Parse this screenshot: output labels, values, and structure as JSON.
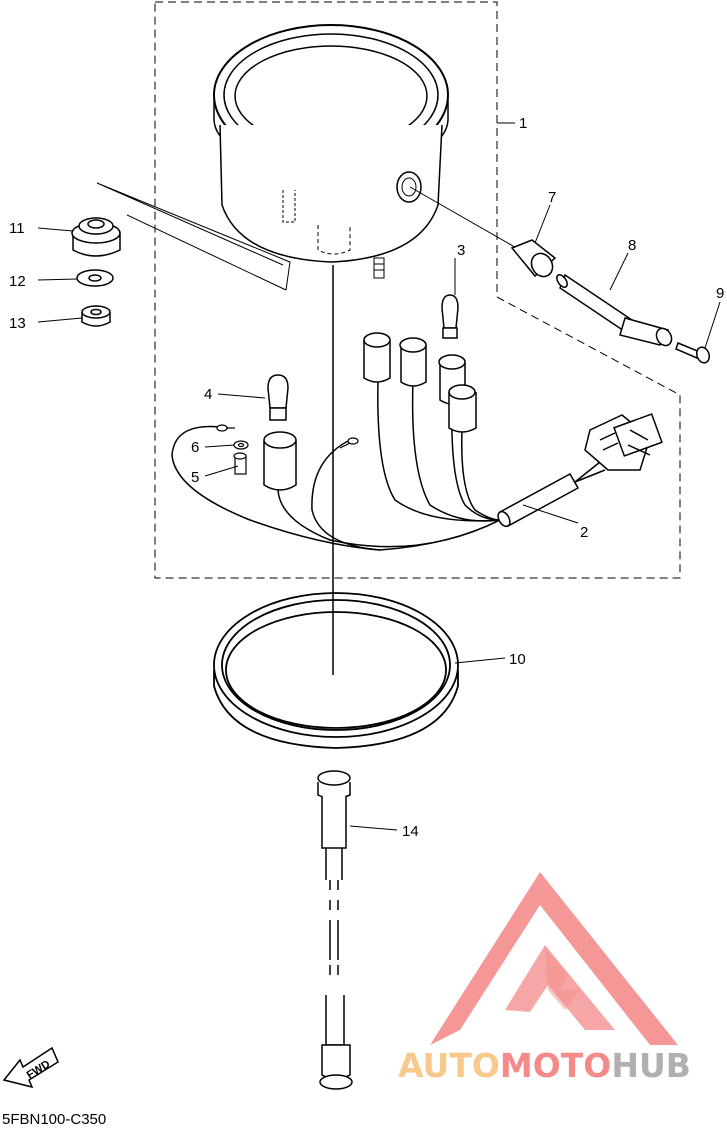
{
  "callouts": [
    {
      "id": "1",
      "text": "1"
    },
    {
      "id": "2",
      "text": "2"
    },
    {
      "id": "3",
      "text": "3"
    },
    {
      "id": "4",
      "text": "4"
    },
    {
      "id": "5",
      "text": "5"
    },
    {
      "id": "6",
      "text": "6"
    },
    {
      "id": "7",
      "text": "7"
    },
    {
      "id": "8",
      "text": "8"
    },
    {
      "id": "9",
      "text": "9"
    },
    {
      "id": "10",
      "text": "10"
    },
    {
      "id": "11",
      "text": "11"
    },
    {
      "id": "12",
      "text": "12"
    },
    {
      "id": "13",
      "text": "13"
    },
    {
      "id": "14",
      "text": "14"
    }
  ],
  "diagram_code": "5FBN100-C350",
  "fwd_label": "FWD",
  "watermark": {
    "brand_part1": "AUTO",
    "brand_part2": "MOTO",
    "brand_part3": "HUB",
    "color_part1": "#f7c98a",
    "color_part2": "#f48a8a",
    "color_part3": "#b0b0b0",
    "logo_color": "#f26b6b"
  }
}
